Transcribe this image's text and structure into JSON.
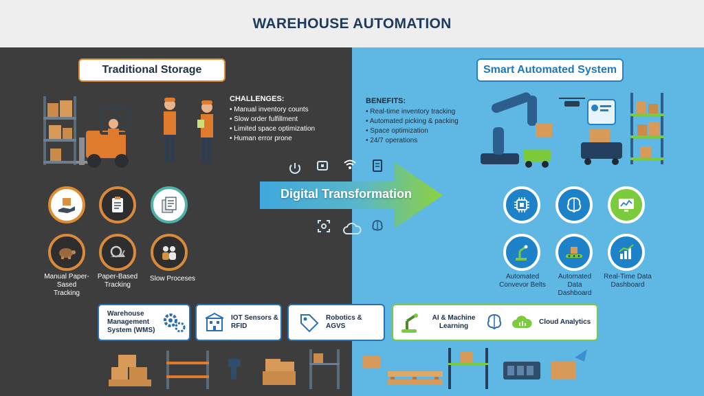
{
  "header": {
    "title": "WAREHOUSE AUTOMATION"
  },
  "left": {
    "title": "Traditional Storage",
    "challenges_head": "CHALLENGES:",
    "challenges": [
      "Manual inventory counts",
      "Slow order fulfillment",
      "Limited space optimization",
      "Human error prone"
    ],
    "labels": {
      "manual": "Manual Paper-Sased Tracking",
      "paper": "Paper-Based Tracking",
      "slow": "Slow Proceses"
    }
  },
  "right": {
    "title": "Smart Automated System",
    "benefits_head": "BENEFITS:",
    "benefits": [
      "Real-time inventory tracking",
      "Automated picking & packing",
      "Space optimization",
      "24/7 operations"
    ],
    "labels": {
      "conveyor": "Automated Convevor Belts",
      "dashboard": "Automated Data Dashboard",
      "realtime": "Real-Time Data Dashboard"
    }
  },
  "center": {
    "transformation": "Digital Transformation"
  },
  "bottom": {
    "wms": "Warehouse Management System (WMS)",
    "iot": "IOT Sensors & RFID",
    "robotics": "Robotics & AGVS",
    "ai": "AI & Machine Learning",
    "cloud": "Cloud Analytics"
  },
  "colors": {
    "left_bg": "#3d3d3e",
    "right_bg": "#5fb8e4",
    "orange": "#e08b2f",
    "blue": "#1d82c8",
    "green": "#7ccb3c",
    "title_navy": "#1e3a5c"
  }
}
